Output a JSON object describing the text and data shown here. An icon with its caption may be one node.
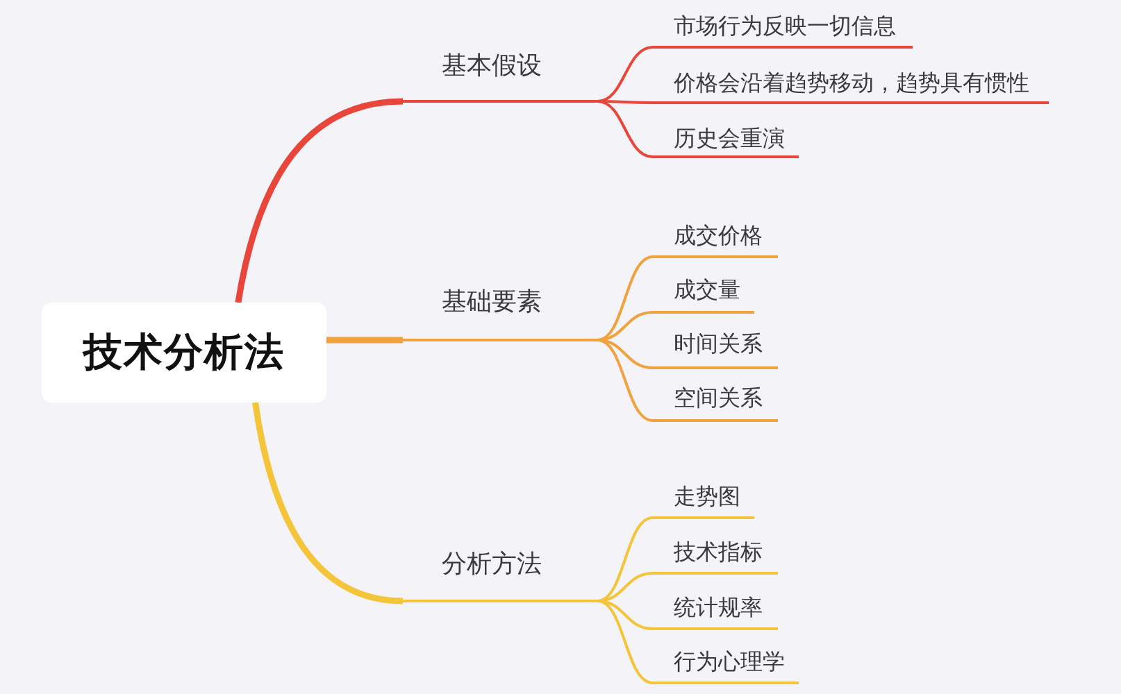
{
  "diagram": {
    "nodes": [
      {
        "text": [
          "技术分析法"
        ]
      },
      {
        "text": [
          "基本假设"
        ]
      },
      {
        "text": [
          "市场行为反映一切信息"
        ]
      },
      {
        "text": [
          "价格会沿着趋势移动，趋势具有惯性"
        ]
      },
      {
        "text": [
          "历史会重演"
        ]
      },
      {
        "text": [
          "基础要素"
        ]
      },
      {
        "text": [
          "成交价格"
        ]
      },
      {
        "text": [
          "成交量"
        ]
      },
      {
        "text": [
          "时间关系"
        ]
      },
      {
        "text": [
          "空间关系"
        ]
      },
      {
        "text": [
          "分析方法"
        ]
      },
      {
        "text": [
          "走势图"
        ]
      },
      {
        "text": [
          "技术指标"
        ]
      },
      {
        "text": [
          "统计规率"
        ]
      },
      {
        "text": [
          "行为心理学"
        ]
      }
    ],
    "edges": [
      {
        "from": 0,
        "to": 1,
        "arrow": "none",
        "style": "thick",
        "color": "#e8463a"
      },
      {
        "from": 1,
        "to": 2,
        "arrow": "none",
        "color": "#e8463a"
      },
      {
        "from": 1,
        "to": 3,
        "arrow": "none",
        "color": "#e8463a"
      },
      {
        "from": 1,
        "to": 4,
        "arrow": "none",
        "color": "#e8463a"
      },
      {
        "from": 0,
        "to": 5,
        "arrow": "none",
        "style": "thick",
        "color": "#f0a23e"
      },
      {
        "from": 5,
        "to": 6,
        "arrow": "none",
        "color": "#f0a23e"
      },
      {
        "from": 5,
        "to": 7,
        "arrow": "none",
        "color": "#f0a23e"
      },
      {
        "from": 5,
        "to": 8,
        "arrow": "none",
        "color": "#f0a23e"
      },
      {
        "from": 5,
        "to": 9,
        "arrow": "none",
        "color": "#f0a23e"
      },
      {
        "from": 0,
        "to": 10,
        "arrow": "none",
        "style": "thick",
        "color": "#f4c53a"
      },
      {
        "from": 10,
        "to": 11,
        "arrow": "none",
        "color": "#f4c53a"
      },
      {
        "from": 10,
        "to": 12,
        "arrow": "none",
        "color": "#f4c53a"
      },
      {
        "from": 10,
        "to": 13,
        "arrow": "none",
        "color": "#f4c53a"
      },
      {
        "from": 10,
        "to": 14,
        "arrow": "none",
        "color": "#f4c53a"
      }
    ]
  }
}
